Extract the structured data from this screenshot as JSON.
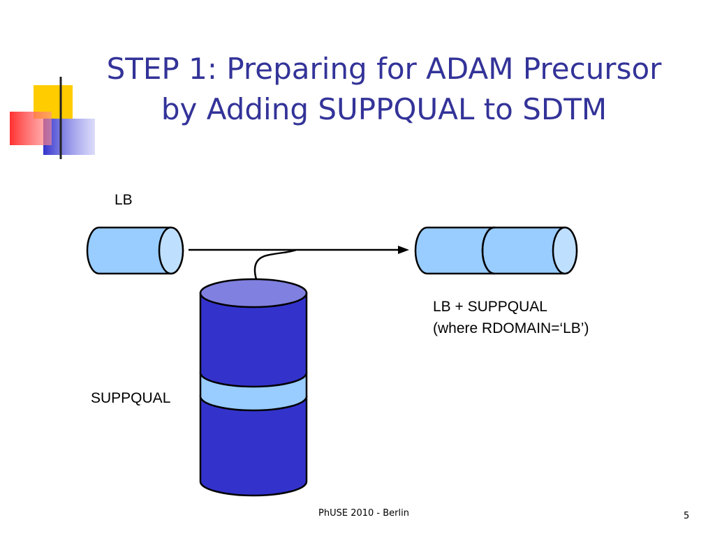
{
  "slide": {
    "title_line1": "STEP 1: Preparing for ADAM Precursor",
    "title_line2": "by Adding SUPPQUAL to SDTM",
    "footer": "PhUSE 2010 - Berlin",
    "page_number": "5"
  },
  "diagram": {
    "source_label": "LB",
    "result_label_line1": "LB + SUPPQUAL",
    "result_label_line2": "(where RDOMAIN=‘LB’)",
    "supp_label": "SUPPQUAL"
  },
  "colors": {
    "title": "#333399",
    "cylinder_light": "#99CCFF",
    "cylinder_dark": "#3333CC",
    "cylinder_top": "#8080E0",
    "cylinder_band": "#99CCFF",
    "accent_yellow": "#FFCC00",
    "accent_red": "#FF4040",
    "accent_blue": "#3333CC"
  }
}
